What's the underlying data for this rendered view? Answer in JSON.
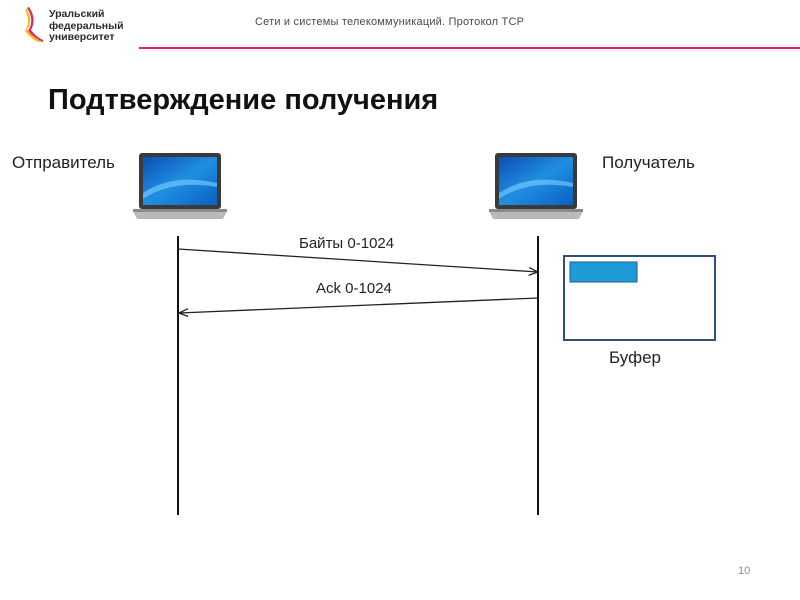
{
  "header": {
    "logo_lines": [
      "Уральский",
      "федеральный",
      "университет"
    ],
    "course_title": "Сети и системы телекоммуникаций. Протокол TCP"
  },
  "slide": {
    "title": "Подтверждение получения",
    "page_number": "10"
  },
  "actors": {
    "sender": "Отправитель",
    "receiver": "Получатель"
  },
  "messages": [
    {
      "label": "Байты 0-1024",
      "direction": "sender-to-receiver"
    },
    {
      "label": "Ack 0-1024",
      "direction": "receiver-to-sender"
    }
  ],
  "buffer": {
    "label": "Буфер",
    "fill_color": "#1e9bd7"
  },
  "colors": {
    "accent_rule": "#e8235a",
    "logo_red": "#e8235a",
    "logo_yellow": "#f6b91e",
    "screen_blue": "#1f8fe0"
  },
  "icons": [
    "logo-mark-icon",
    "laptop-icon"
  ]
}
